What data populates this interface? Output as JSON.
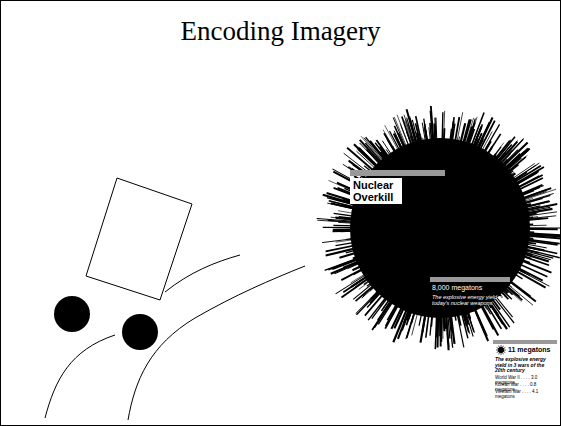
{
  "diagram": {
    "title": "Encoding Imagery",
    "nodes": [
      {
        "text": [
          "Nuclear Overkill",
          "8,000 megatons",
          "The explosive energy yield of today's nuclear weapons",
          "11 megatons",
          "The explosive energy yield in 3 wars of the 20th century",
          "World War II . . . . 3.0 megatons",
          "Korean War . . . . 0.8 megatons",
          "Vietnam War . . . . 4.1 megatons"
        ]
      }
    ]
  }
}
